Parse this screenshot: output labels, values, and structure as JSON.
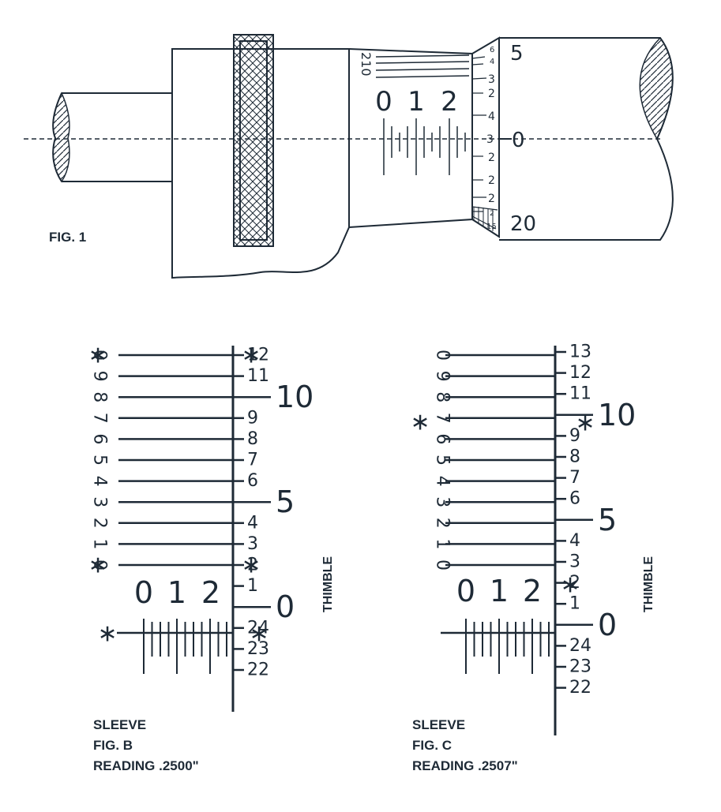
{
  "fig1": {
    "caption": "FIG. 1",
    "sleeve_digits_main": [
      "0",
      "1",
      "2"
    ],
    "vernier_side_digits": "210",
    "thimble_labels_right": [
      "5",
      "0",
      "20"
    ],
    "thimble_labels_small": [
      "6",
      "4",
      "3",
      "2",
      "4",
      "3",
      "2",
      "2",
      "2",
      "2",
      "15"
    ]
  },
  "fig_b": {
    "vernier_digits": [
      "0",
      "9",
      "8",
      "7",
      "6",
      "5",
      "4",
      "3",
      "2",
      "1",
      "0"
    ],
    "thimble_numbers": [
      "12",
      "11",
      "10",
      "9",
      "8",
      "7",
      "6",
      "5",
      "4",
      "3",
      "2",
      "1",
      "0",
      "24",
      "23",
      "22"
    ],
    "sleeve_digits": [
      "0",
      "1",
      "2"
    ],
    "thimble_label": "THIMBLE",
    "caption_line1": "SLEEVE",
    "caption_line2": "FIG. B",
    "caption_line3": "READING .2500\"",
    "marker": "∗"
  },
  "fig_c": {
    "vernier_digits": [
      "0",
      "9",
      "8",
      "7",
      "6",
      "5",
      "4",
      "3",
      "2",
      "1",
      "0"
    ],
    "thimble_numbers": [
      "13",
      "12",
      "11",
      "10",
      "9",
      "8",
      "7",
      "6",
      "5",
      "4",
      "3",
      "2",
      "1",
      "0",
      "24",
      "23",
      "22"
    ],
    "sleeve_digits": [
      "0",
      "1",
      "2"
    ],
    "thimble_label": "THIMBLE",
    "caption_line1": "SLEEVE",
    "caption_line2": "FIG. C",
    "caption_line3": "READING .2507\"",
    "marker": "∗"
  },
  "colors": {
    "ink": "#1e2a36",
    "background": "#ffffff"
  }
}
